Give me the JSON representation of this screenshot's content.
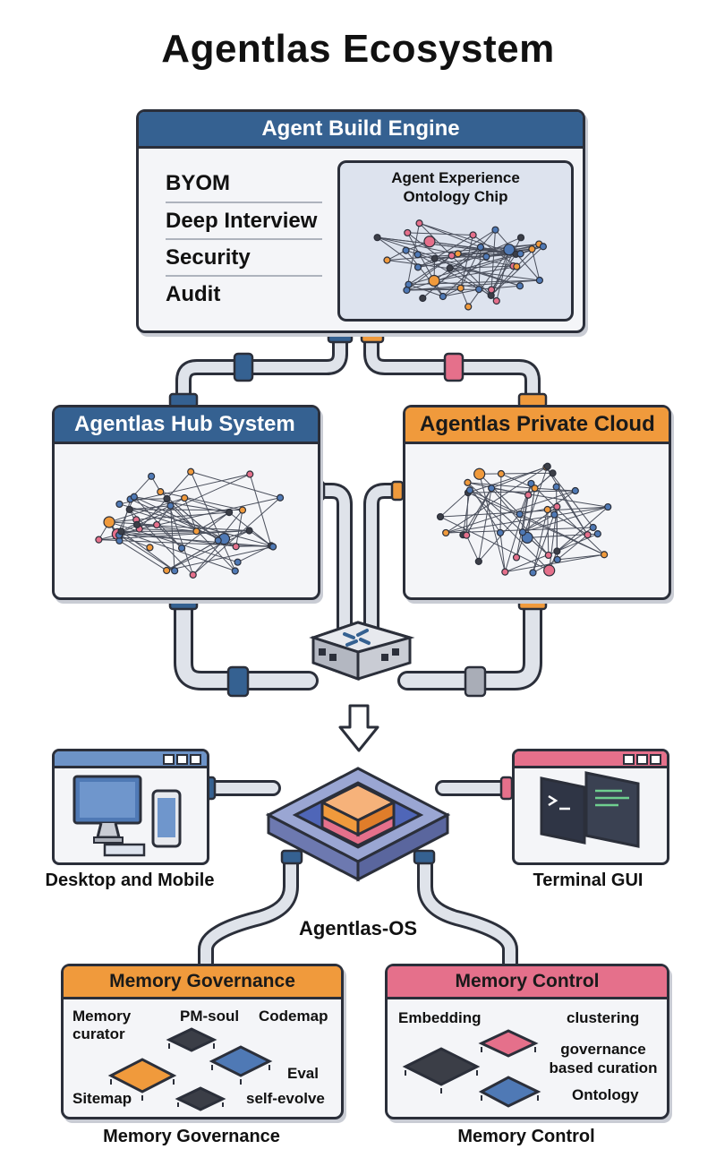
{
  "title": "Agentlas Ecosystem",
  "build_engine": {
    "header": "Agent Build Engine",
    "items": [
      "BYOM",
      "Deep Interview",
      "Security",
      "Audit"
    ],
    "chip_title": "Agent Experience Ontology Chip"
  },
  "hub_system": {
    "header": "Agentlas Hub System"
  },
  "private_cloud": {
    "header": "Agentlas Private Cloud"
  },
  "os": {
    "label": "Agentlas-OS"
  },
  "desktop": {
    "label": "Desktop and Mobile"
  },
  "terminal": {
    "label": "Terminal GUI"
  },
  "memory_governance": {
    "header": "Memory Governance",
    "caption": "Memory Governance",
    "items": {
      "memory_curator": "Memory curator",
      "pm_soul": "PM-soul",
      "codemap": "Codemap",
      "eval": "Eval",
      "sitemap": "Sitemap",
      "self_evolve": "self-evolve"
    }
  },
  "memory_control": {
    "header": "Memory Control",
    "caption": "Memory Control",
    "items": {
      "embedding": "Embedding",
      "clustering": "clustering",
      "governance": "governance based curation",
      "ontology": "Ontology"
    }
  },
  "colors": {
    "blue": "#356191",
    "orange": "#f09a3c",
    "pink": "#e5708b",
    "outline": "#2b2f3a"
  }
}
